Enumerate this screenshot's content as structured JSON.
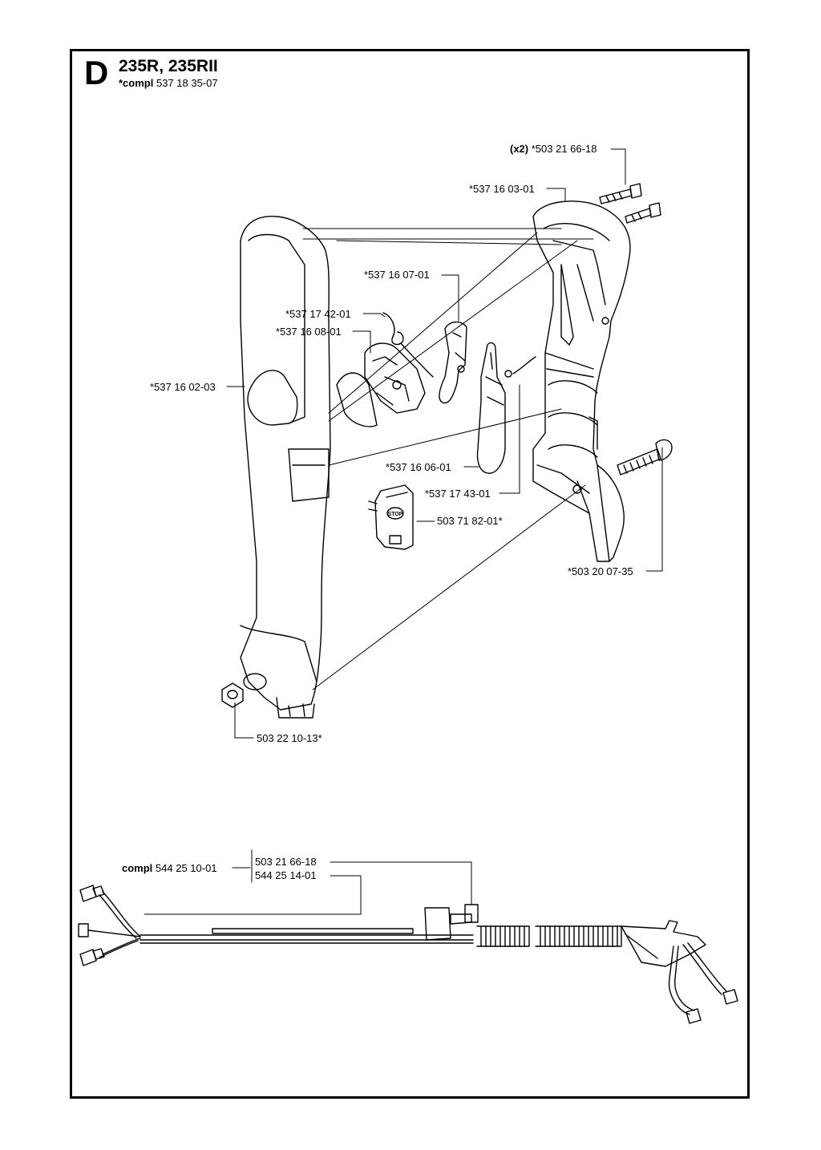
{
  "header": {
    "section_letter": "D",
    "models": "235R, 235RII",
    "compl_prefix": "*compl",
    "compl_number": "537 18 35-07"
  },
  "parts": [
    {
      "id": "screw-pair",
      "qty": "(x2)",
      "number": "*503 21 66-18"
    },
    {
      "id": "handle-half-right",
      "number": "*537 16 03-01"
    },
    {
      "id": "throttle-lockout",
      "number": "*537 16 07-01"
    },
    {
      "id": "spring-small",
      "number": "*537 17 42-01"
    },
    {
      "id": "trigger-lever",
      "number": "*537 16 08-01"
    },
    {
      "id": "handle-half-left",
      "number": "*537 16 02-03"
    },
    {
      "id": "throttle-trigger",
      "number": "*537 16 06-01"
    },
    {
      "id": "spring-throttle",
      "number": "*537 17 43-01"
    },
    {
      "id": "stop-switch",
      "number": "503 71 82-01*"
    },
    {
      "id": "long-screw",
      "number": "*503 20 07-35"
    },
    {
      "id": "nut",
      "number": "503 22 10-13*"
    }
  ],
  "cable_kit": {
    "compl_prefix": "compl",
    "compl_number": "544 25 10-01",
    "items": [
      "503 21 66-18",
      "544 25 14-01"
    ]
  },
  "stop_switch_text": "STOP"
}
